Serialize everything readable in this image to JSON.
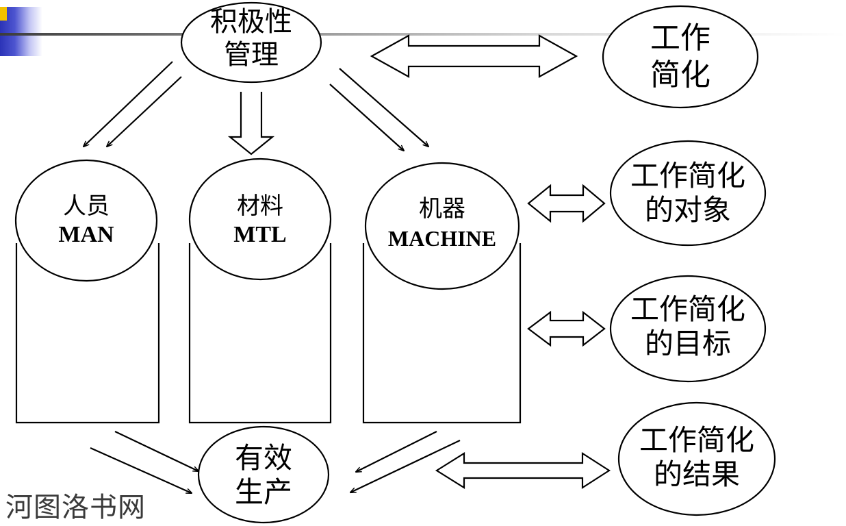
{
  "nodes": {
    "proactive_mgmt": [
      "积极性",
      "管理"
    ],
    "work_simplification": [
      "工作",
      "简化"
    ],
    "people": [
      "人员",
      "MAN"
    ],
    "materials": [
      "材料",
      "MTL"
    ],
    "machines": [
      "机器",
      "MACHINE"
    ],
    "ws_objects": [
      "工作简化",
      "的对象"
    ],
    "ws_goals": [
      "工作简化",
      "的目标"
    ],
    "effective_production": [
      "有效",
      "生产"
    ],
    "ws_results": [
      "工作简化",
      "的结果"
    ]
  },
  "watermark": "河图洛书网",
  "colors": {
    "stroke": "#000000",
    "accent_blue": "#2b33b7",
    "accent_gold": "#f2c200"
  }
}
